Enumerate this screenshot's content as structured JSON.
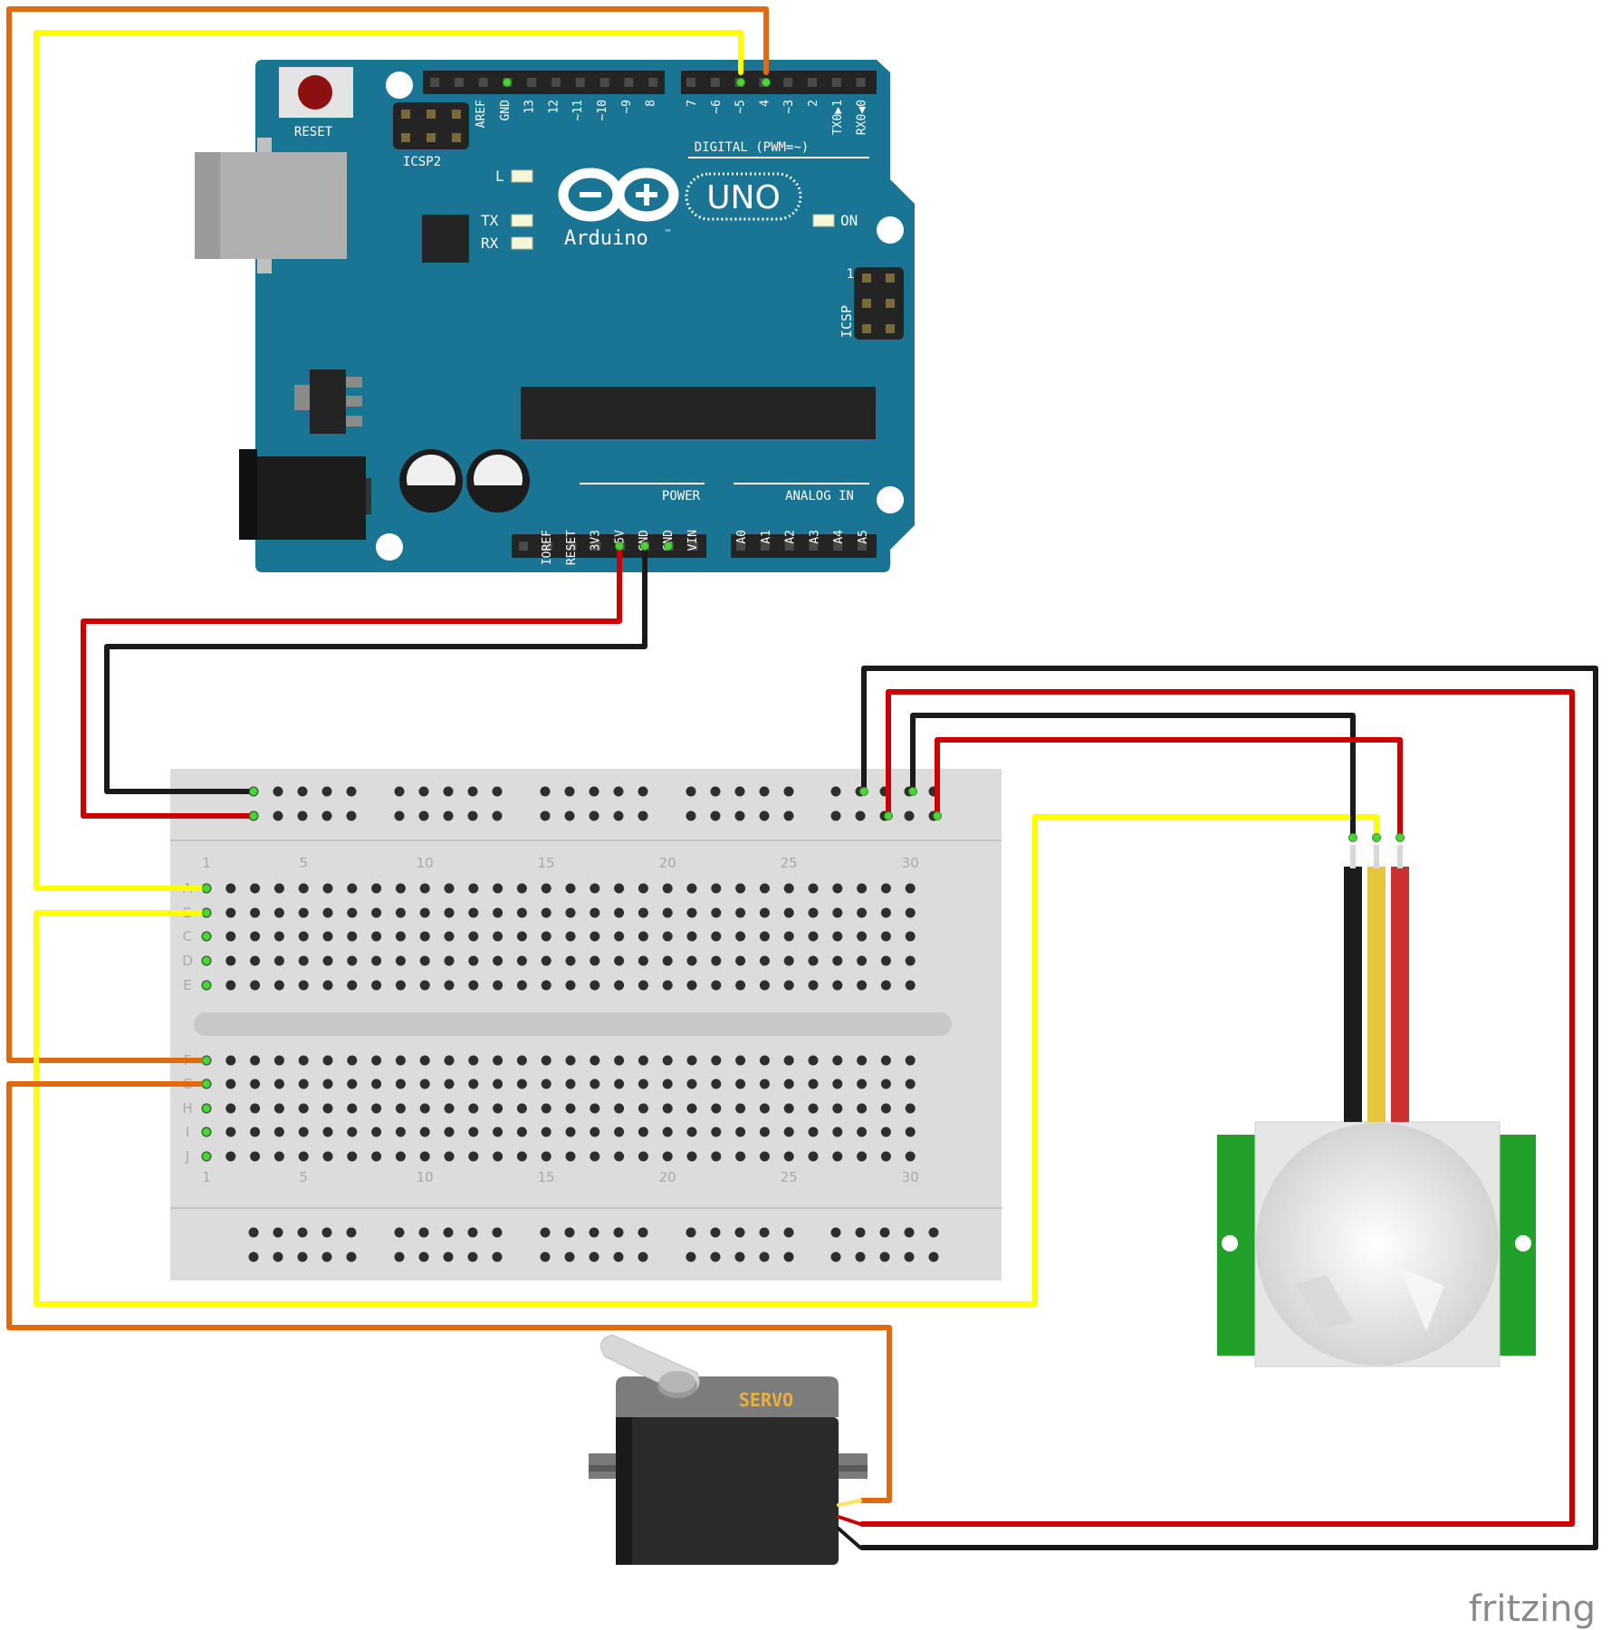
{
  "arduino": {
    "reset_label": "RESET",
    "icsp2_label": "ICSP2",
    "icsp_label": "ICSP",
    "icsp_pin1": "1",
    "digital_label": "DIGITAL (PWM=~)",
    "digital_pins": [
      "AREF",
      "GND",
      "13",
      "12",
      "~11",
      "~10",
      "~9",
      "8",
      "7",
      "~6",
      "~5",
      "4",
      "~3",
      "2",
      "TX0▶1",
      "RX0◀0"
    ],
    "led_l": "L",
    "led_tx": "TX",
    "led_rx": "RX",
    "led_on": "ON",
    "brand": "Arduino",
    "trademark": "™",
    "model": "UNO",
    "power_label": "POWER",
    "analog_label": "ANALOG IN",
    "power_pins": [
      "IOREF",
      "RESET",
      "3V3",
      "5V",
      "GND",
      "GND",
      "VIN"
    ],
    "analog_pins": [
      "A0",
      "A1",
      "A2",
      "A3",
      "A4",
      "A5"
    ]
  },
  "breadboard": {
    "col_numbers": [
      "1",
      "5",
      "10",
      "15",
      "20",
      "25",
      "30"
    ],
    "rows_top": [
      "A",
      "B",
      "C",
      "D",
      "E"
    ],
    "rows_bottom": [
      "F",
      "G",
      "H",
      "I",
      "J"
    ]
  },
  "servo": {
    "label": "SERVO"
  },
  "watermark": "fritzing",
  "colors": {
    "board": "#1a7594",
    "wire_red": "#cc0000",
    "wire_black": "#1a1a1a",
    "wire_yellow": "#ffff00",
    "wire_orange": "#e06a10",
    "pir_green": "#22a12a"
  }
}
